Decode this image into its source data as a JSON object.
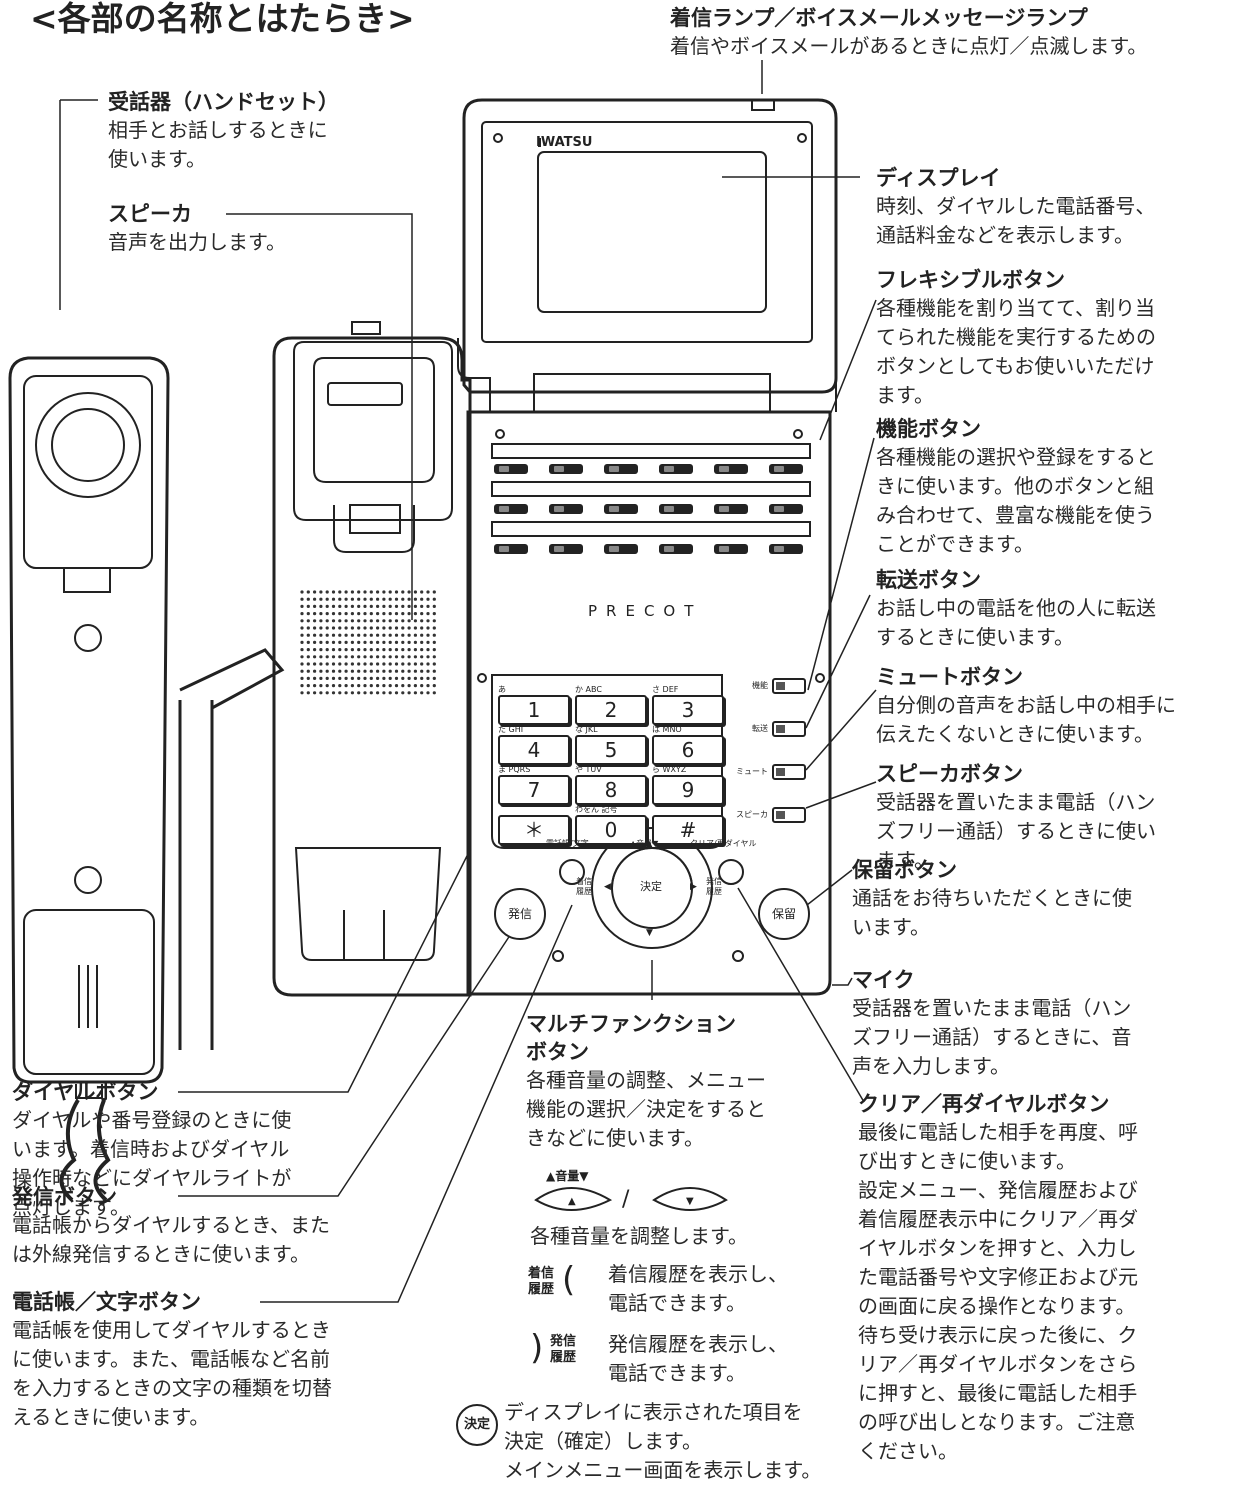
{
  "heading": "<各部の名称とはたらき>",
  "labels": {
    "incoming_lamp": {
      "title": "着信ランプ／ボイスメールメッセージランプ",
      "desc": [
        "着信やボイスメールがあるときに点灯／点滅します。"
      ]
    },
    "handset": {
      "title": "受話器（ハンドセット）",
      "desc": [
        "相手とお話しするときに",
        "使います。"
      ]
    },
    "speaker": {
      "title": "スピーカ",
      "desc": [
        "音声を出力します。"
      ]
    },
    "display": {
      "title": "ディスプレイ",
      "desc": [
        "時刻、ダイヤルした電話番号、",
        "通話料金などを表示します。"
      ]
    },
    "flexible": {
      "title": "フレキシブルボタン",
      "desc": [
        "各種機能を割り当てて、割り当",
        "てられた機能を実行するための",
        "ボタンとしてもお使いいただけ",
        "ます。"
      ]
    },
    "function": {
      "title": "機能ボタン",
      "desc": [
        "各種機能の選択や登録をすると",
        "きに使います。他のボタンと組",
        "み合わせて、豊富な機能を使う",
        "ことができます。"
      ]
    },
    "transfer": {
      "title": "転送ボタン",
      "desc": [
        "お話し中の電話を他の人に転送",
        "するときに使います。"
      ]
    },
    "mute": {
      "title": "ミュートボタン",
      "desc": [
        "自分側の音声をお話し中の相手に",
        "伝えたくないときに使います。"
      ]
    },
    "speaker_btn": {
      "title": "スピーカボタン",
      "desc": [
        "受話器を置いたまま電話（ハン",
        "ズフリー通話）するときに使い",
        "ます。"
      ]
    },
    "hold": {
      "title": "保留ボタン",
      "desc": [
        "通話をお待ちいただくときに使",
        "います。"
      ]
    },
    "mic": {
      "title": "マイク",
      "desc": [
        "受話器を置いたまま電話（ハン",
        "ズフリー通話）するときに、音",
        "声を入力します。"
      ]
    },
    "clear": {
      "title": "クリア／再ダイヤルボタン",
      "desc": [
        "最後に電話した相手を再度、呼",
        "び出すときに使います。",
        "設定メニュー、発信履歴および",
        "着信履歴表示中にクリア／再ダ",
        "イヤルボタンを押すと、入力し",
        "た電話番号や文字修正および元",
        "の画面に戻る操作となります。",
        "待ち受け表示に戻った後に、ク",
        "リア／再ダイヤルボタンをさら",
        "に押すと、最後に電話した相手",
        "の呼び出しとなります。ご注意",
        "ください。"
      ]
    },
    "dial": {
      "title": "ダイヤルボタン",
      "desc": [
        "ダイヤルや番号登録のときに使",
        "います。着信時およびダイヤル",
        "操作時などにダイヤルライトが",
        "点灯します。"
      ]
    },
    "call": {
      "title": "発信ボタン",
      "desc": [
        "電話帳からダイヤルするとき、また",
        "は外線発信するときに使います。"
      ]
    },
    "phonebook": {
      "title": "電話帳／文字ボタン",
      "desc": [
        "電話帳を使用してダイヤルするとき",
        "に使います。また、電話帳など名前",
        "を入力するときの文字の種類を切替",
        "えるときに使います。"
      ]
    },
    "multi": {
      "title": "マルチファンクション\nボタン",
      "desc": [
        "各種音量の調整、メニュー",
        "機能の選択／決定をすると",
        "きなどに使います。"
      ]
    }
  },
  "multi_sub": {
    "volume_label": "▲音量▼",
    "volume_desc": "各種音量を調整します。",
    "incoming_hist_icon": "着信\n履歴",
    "incoming_hist_desc": [
      "着信履歴を表示し、",
      "電話できます。"
    ],
    "outgoing_hist_icon": "発信\n履歴",
    "outgoing_hist_desc": [
      "発信履歴を表示し、",
      "電話できます。"
    ],
    "enter_icon": "決定",
    "enter_desc": [
      "ディスプレイに表示された項目を",
      "決定（確定）します。",
      "メインメニュー画面を表示します。"
    ]
  },
  "phone": {
    "brand": "IWATSU",
    "model": "PRECOT",
    "keys": [
      {
        "digit": "1",
        "sub": "あ"
      },
      {
        "digit": "2",
        "sub": "か ABC"
      },
      {
        "digit": "3",
        "sub": "さ DEF"
      },
      {
        "digit": "4",
        "sub": "た GHI"
      },
      {
        "digit": "5",
        "sub": "な JKL"
      },
      {
        "digit": "6",
        "sub": "は MNO"
      },
      {
        "digit": "7",
        "sub": "ま PQRS"
      },
      {
        "digit": "8",
        "sub": "や TUV"
      },
      {
        "digit": "9",
        "sub": "ら WXYZ"
      },
      {
        "digit": "＊",
        "sub": ""
      },
      {
        "digit": "0",
        "sub": "わをん 記号"
      },
      {
        "digit": "#",
        "sub": ""
      }
    ],
    "side_buttons": [
      "機能",
      "転送",
      "ミュート",
      "スピーカ"
    ],
    "phonebook_label": "電話帳/文字",
    "volume_top": "▲音量▼",
    "clear_label": "クリア/再ダイヤル",
    "call_label": "発信",
    "enter_label": "決定",
    "hold_label": "保留",
    "in_hist": "着信\n履歴",
    "out_hist": "発信\n履歴"
  }
}
